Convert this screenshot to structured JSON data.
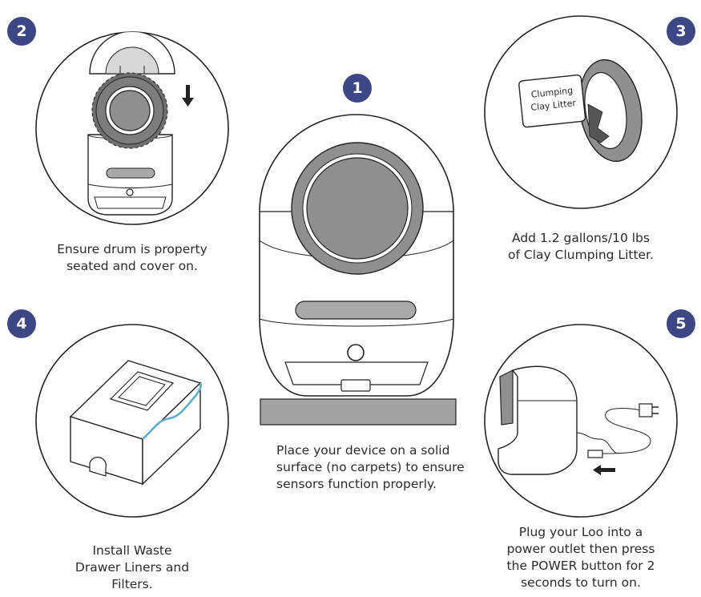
{
  "steps": [
    {
      "number": "1",
      "caption_lines": [
        "Place your device on a solid",
        "surface (no carpets) to ensure",
        "sensors function properly."
      ]
    },
    {
      "number": "2",
      "caption_lines": [
        "Ensure drum is property",
        "seated and cover on."
      ]
    },
    {
      "number": "3",
      "caption_lines": [
        "Add 1.2 gallons/10 lbs",
        "of Clay Clumping Litter."
      ],
      "card_lines": [
        "Clumping",
        "Clay Litter"
      ]
    },
    {
      "number": "4",
      "caption_lines": [
        "Install Waste",
        "Drawer Liners and",
        "Filters."
      ]
    },
    {
      "number": "5",
      "caption_lines": [
        "Plug your Loo into a",
        "power outlet then press",
        "the POWER button for 2",
        "seconds to turn on."
      ]
    }
  ],
  "colors": {
    "badge": "#3d4785",
    "line": "#222222",
    "drum_gray": "#8f8f8f",
    "drum_dark": "#6f6f6f",
    "base_gray": "#a3a3a3",
    "cable_blue": "#5aaed0"
  }
}
